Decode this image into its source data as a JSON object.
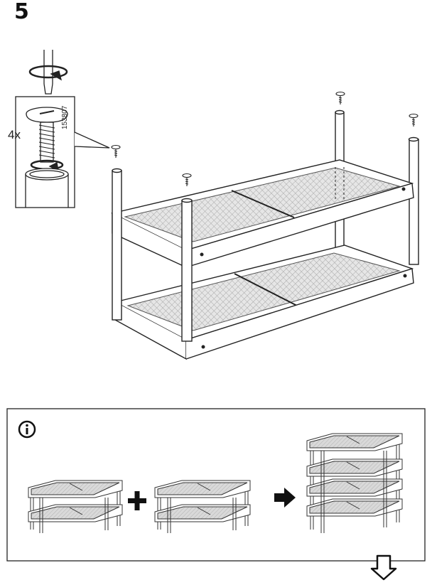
{
  "step": {
    "number": "5"
  },
  "detail": {
    "quantity": "4x",
    "part_number": "153807"
  },
  "icons": {
    "info": "info-circle-icon",
    "plus": "plus-icon",
    "arrow": "right-arrow-icon",
    "next": "down-arrow-icon"
  },
  "colors": {
    "line": "#222222",
    "mesh": "#d4d4d4"
  }
}
